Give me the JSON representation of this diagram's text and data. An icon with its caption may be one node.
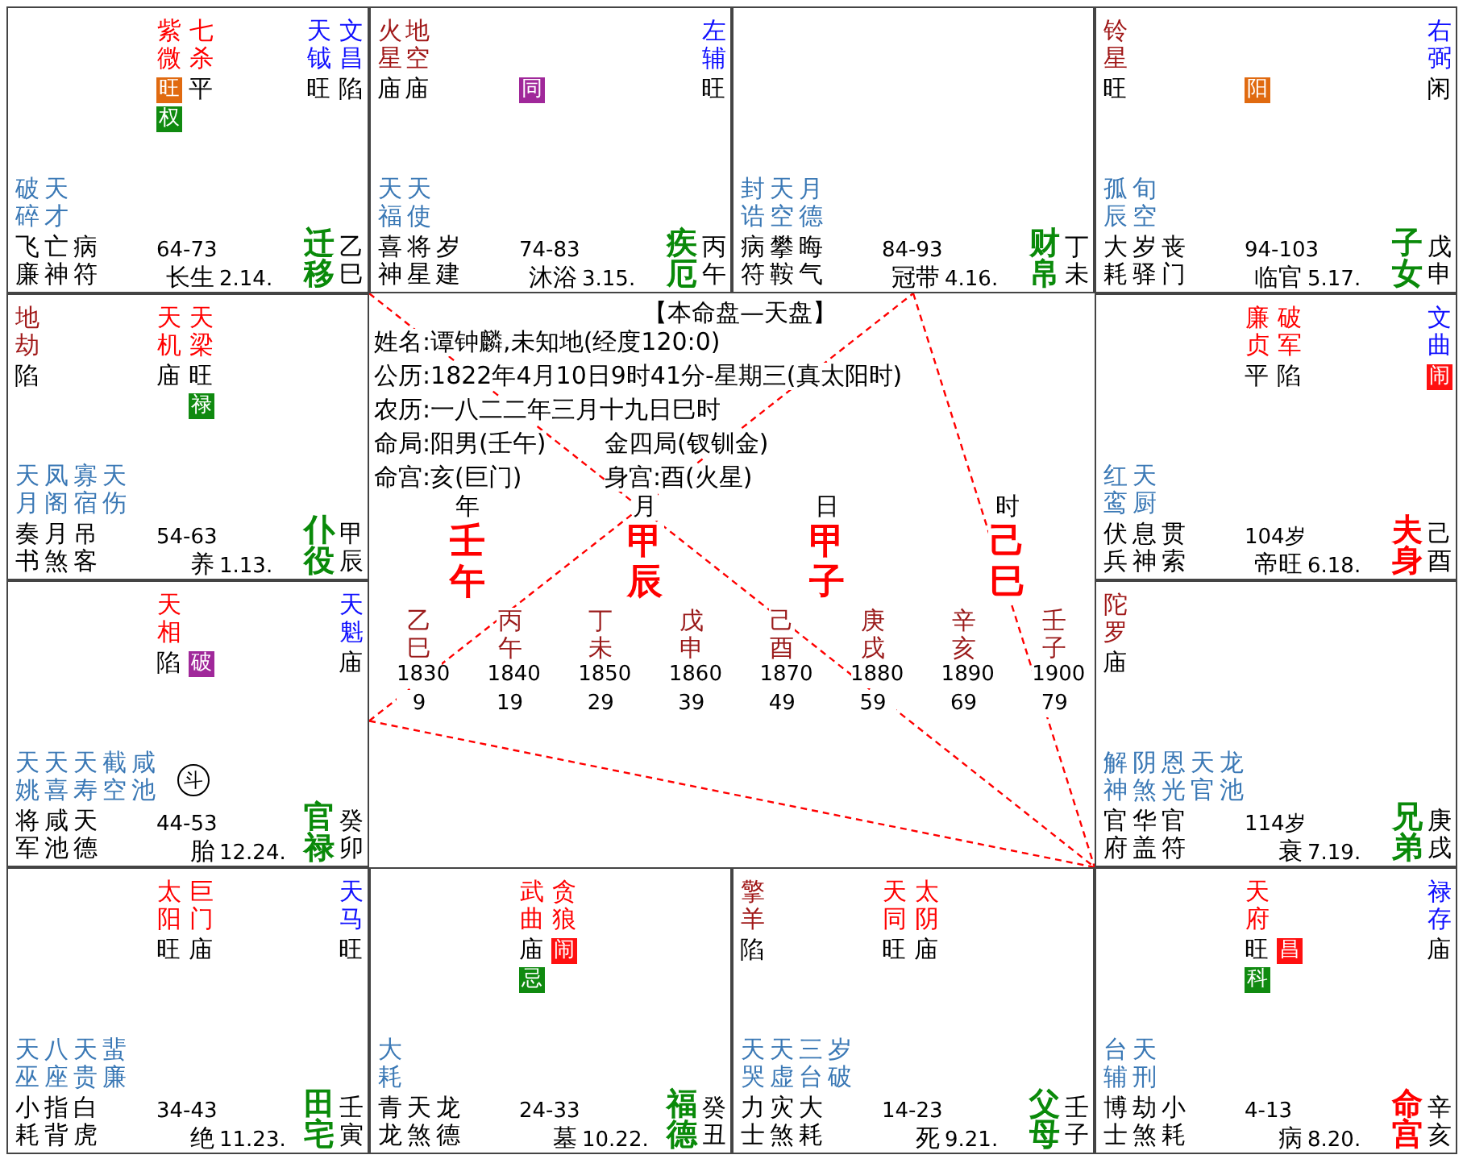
{
  "diagram": {
    "nodes": [
      {
        "text": [
          "紫微",
          "旺",
          "权",
          "七杀",
          "平",
          "天钺",
          "旺",
          "文昌",
          "陷",
          "破碎",
          "天才",
          "飞廉",
          "亡神",
          "病符",
          "64-73",
          "长生",
          "2.14.",
          "迁移",
          "乙巳"
        ]
      },
      {
        "text": [
          "火星",
          "庙",
          "地空",
          "庙",
          "同",
          "左辅",
          "旺",
          "天福",
          "天使",
          "喜神",
          "将星",
          "岁建",
          "74-83",
          "沐浴",
          "3.15.",
          "疾厄",
          "丙午"
        ]
      },
      {
        "text": [
          "封诰",
          "天空",
          "月德",
          "病符",
          "攀鞍",
          "晦气",
          "84-93",
          "冠带",
          "4.16.",
          "财帛",
          "丁未"
        ]
      },
      {
        "text": [
          "铃星",
          "旺",
          "阳",
          "右弼",
          "闲",
          "孤辰",
          "旬空",
          "大耗",
          "岁驿",
          "丧门",
          "94-103",
          "临官",
          "5.17.",
          "子女",
          "戊申"
        ]
      },
      {
        "text": [
          "地劫",
          "陷",
          "天机",
          "庙",
          "天梁",
          "旺",
          "禄",
          "天月",
          "凤阁",
          "寡宿",
          "天伤",
          "奏书",
          "月煞",
          "吊客",
          "54-63",
          "养",
          "1.13.",
          "仆役",
          "甲辰"
        ]
      },
      {
        "text": [
          "廉贞",
          "平",
          "破军",
          "陷",
          "文曲",
          "闹",
          "红鸾",
          "天厨",
          "伏兵",
          "息神",
          "贯索",
          "104岁",
          "帝旺",
          "6.18.",
          "夫身",
          "己酉"
        ]
      },
      {
        "text": [
          "天相",
          "陷",
          "破",
          "天魁",
          "庙",
          "天姚",
          "天喜",
          "天寿",
          "截空",
          "咸池",
          "将军",
          "咸池",
          "天德",
          "44-53",
          "胎",
          "12.24.",
          "官禄",
          "癸卯"
        ]
      },
      {
        "text": [
          "陀罗",
          "庙",
          "解神",
          "阴煞",
          "恩光",
          "天官",
          "龙池",
          "官府",
          "华盖",
          "官符",
          "114岁",
          "衰",
          "7.19.",
          "兄弟",
          "庚戌"
        ]
      },
      {
        "text": [
          "太阳",
          "旺",
          "巨门",
          "庙",
          "天马",
          "旺",
          "天巫",
          "八座",
          "天贵",
          "蜚廉",
          "小耗",
          "指背",
          "白虎",
          "34-43",
          "绝",
          "11.23.",
          "田宅",
          "壬寅"
        ]
      },
      {
        "text": [
          "武曲",
          "庙",
          "忌",
          "贪狼",
          "闹",
          "大耗",
          "青龙",
          "天煞",
          "龙德",
          "24-33",
          "墓",
          "10.22.",
          "福德",
          "癸丑"
        ]
      },
      {
        "text": [
          "擎羊",
          "陷",
          "天同",
          "旺",
          "太阴",
          "庙",
          "天哭",
          "天虚",
          "三台",
          "岁破",
          "力士",
          "灾煞",
          "大耗",
          "14-23",
          "死",
          "9.21.",
          "父母",
          "壬子"
        ]
      },
      {
        "text": [
          "天府",
          "旺",
          "科",
          "昌",
          "禄存",
          "庙",
          "台辅",
          "天刑",
          "博士",
          "劫煞",
          "小耗",
          "4-13",
          "病",
          "8.20.",
          "命宫",
          "辛亥"
        ]
      }
    ],
    "edges": [
      {
        "from": 11,
        "to": 6,
        "arrow": "none",
        "style": "dashed",
        "color": "#ff0000"
      },
      {
        "from": 6,
        "to": 2,
        "arrow": "none",
        "style": "dashed",
        "color": "#ff0000"
      },
      {
        "from": 2,
        "to": 11,
        "arrow": "none",
        "style": "dashed",
        "color": "#ff0000"
      },
      {
        "from": 0,
        "to": 11,
        "arrow": "none",
        "style": "dashed",
        "color": "#ff0000"
      }
    ],
    "labels": [
      "【本命盘—天盘】",
      "姓名:谭钟麟,未知地(经度120:0)",
      "公历:1822年4月10日9时41分-星期三(真太阳时)",
      "农历:一八二二年三月十九日巳时",
      "命局:阳男(壬午)",
      "金四局(钗钏金)",
      "命宫:亥(巨门)",
      "身宫:酉(火星)",
      "年",
      "壬午",
      "月",
      "甲辰",
      "日",
      "甲子",
      "时",
      "己巳",
      "乙巳",
      "1830",
      "9",
      "丙午",
      "1840",
      "19",
      "丁未",
      "1850",
      "29",
      "戊申",
      "1860",
      "39",
      "己酉",
      "1870",
      "49",
      "庚戌",
      "1880",
      "59",
      "辛亥",
      "1890",
      "69",
      "壬子",
      "1900",
      "79",
      "斗"
    ]
  }
}
